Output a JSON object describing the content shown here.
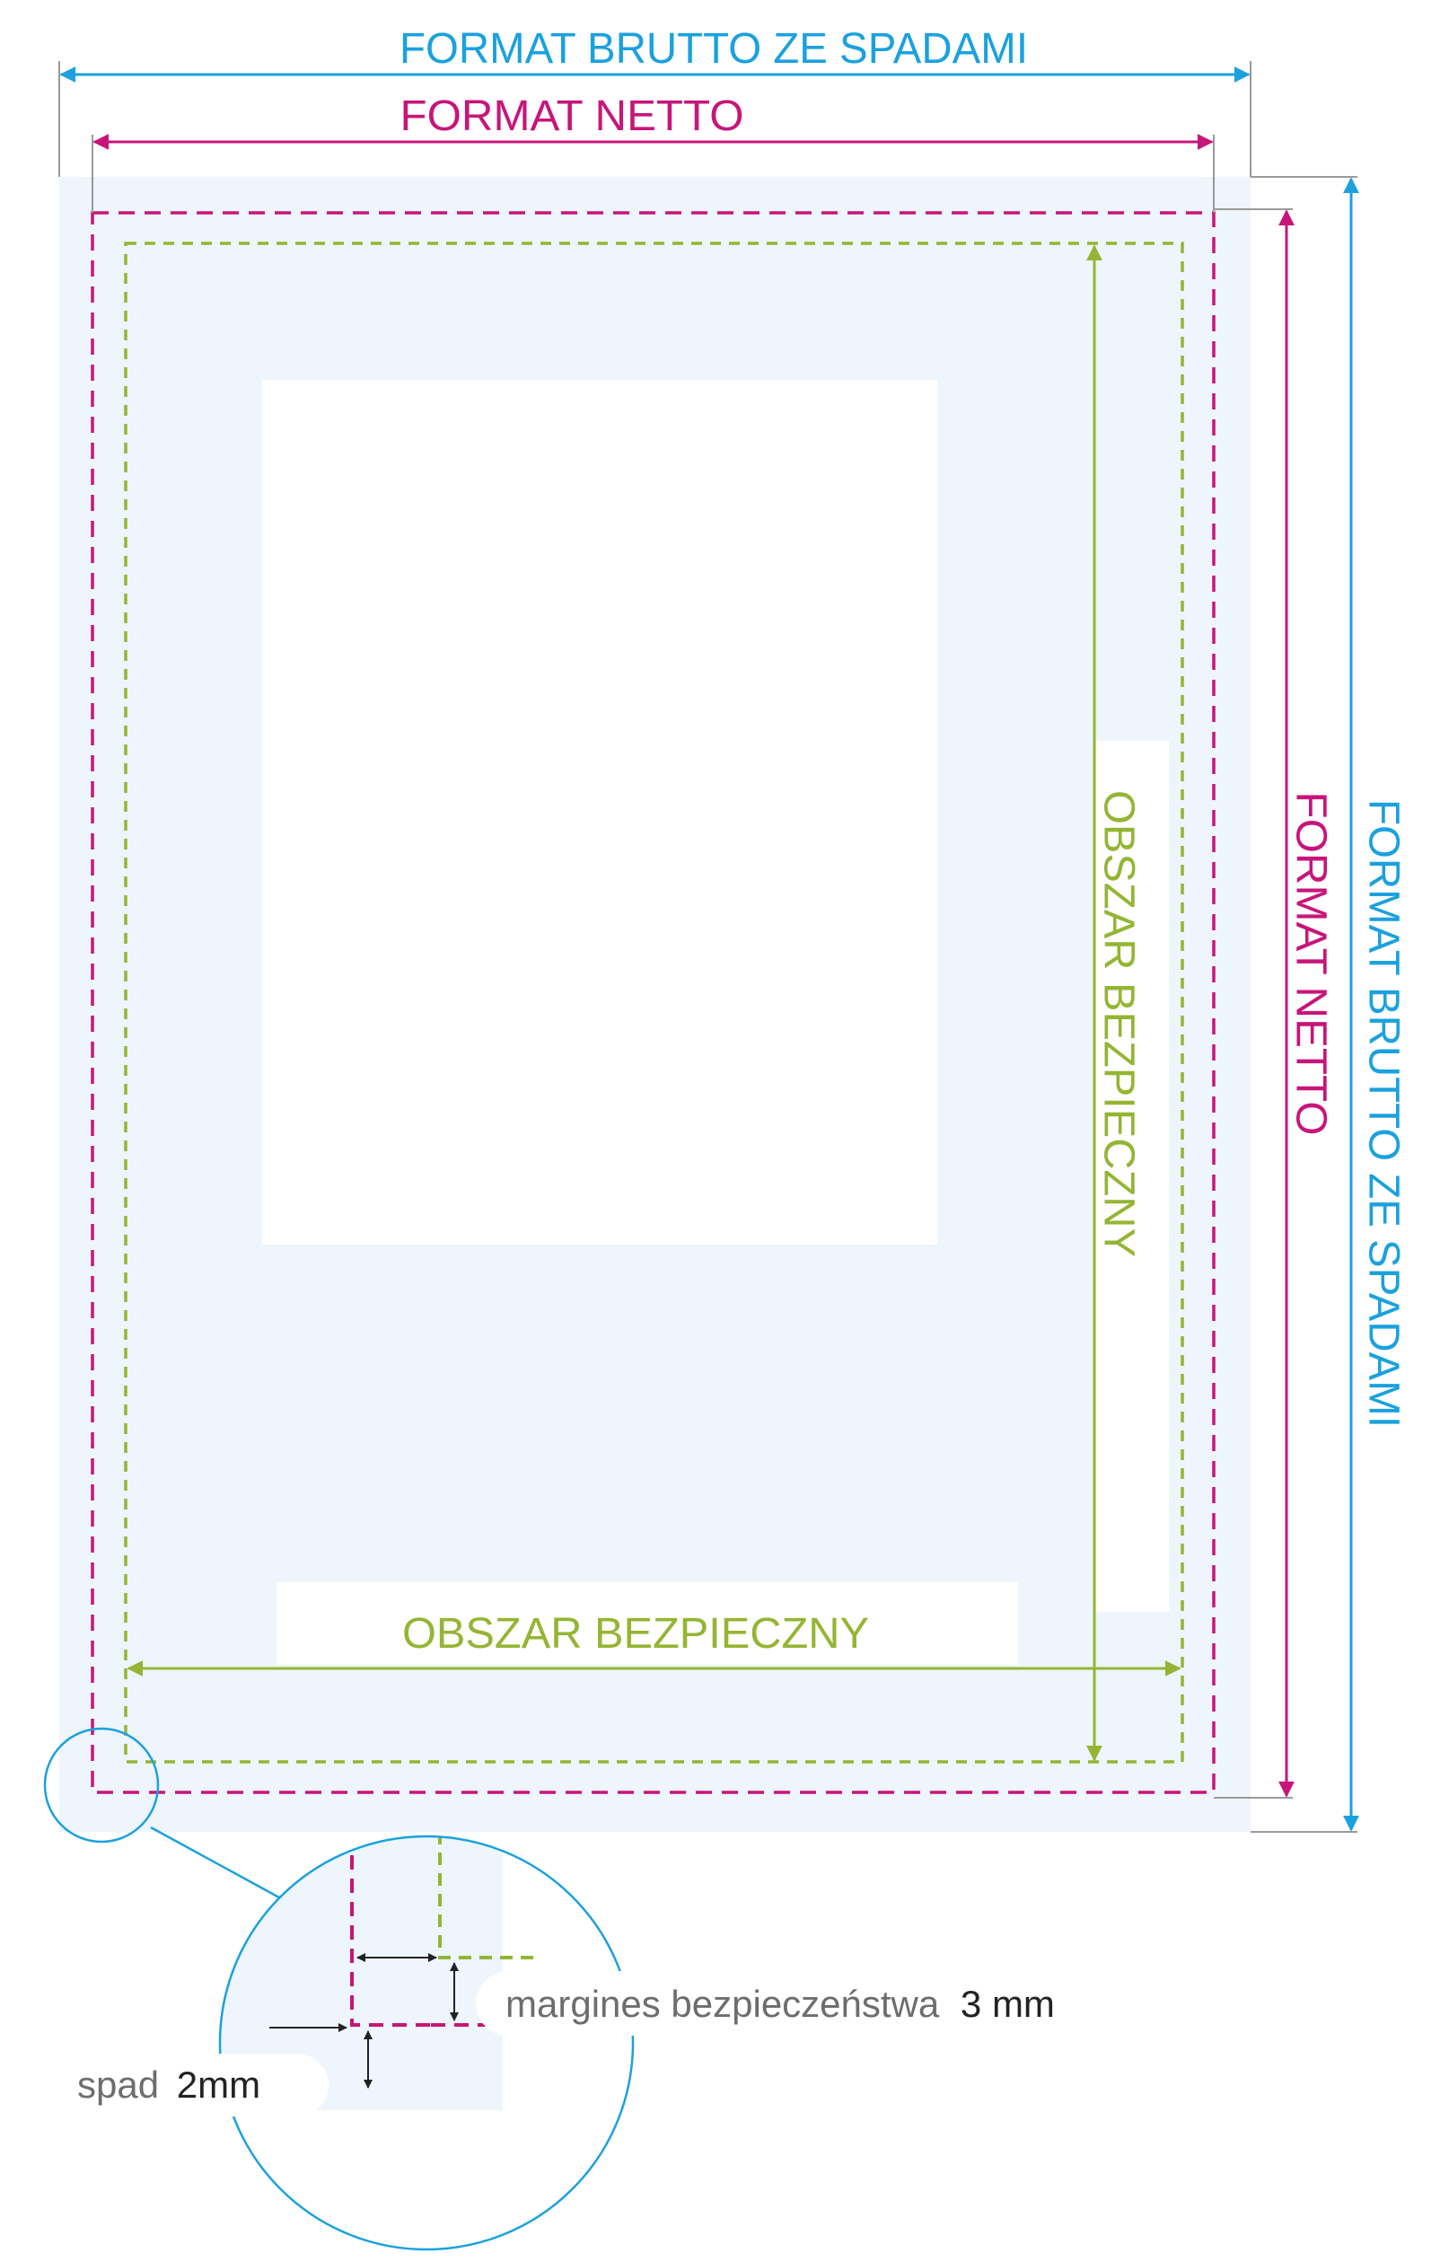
{
  "labels": {
    "top_gross": "FORMAT BRUTTO ZE SPADAMI",
    "top_net": "FORMAT  NETTO",
    "side_safe": "OBSZAR  BEZPIECZNY",
    "side_net": "FORMAT  NETTO",
    "side_gross": "FORMAT BRUTTO ZE SPADAMI",
    "bottom_safe": "OBSZAR  BEZPIECZNY",
    "margin_text": "margines bezpieczeństwa",
    "margin_value": "3 mm",
    "bleed_text": "spad",
    "bleed_value": "2mm"
  },
  "colors": {
    "gross": "#1ba1de",
    "net": "#c7157a",
    "safe": "#94b533",
    "page": "#eef5fd",
    "grey_text": "#6d6d6d",
    "dark_text": "#222222",
    "leader": "#999999"
  }
}
